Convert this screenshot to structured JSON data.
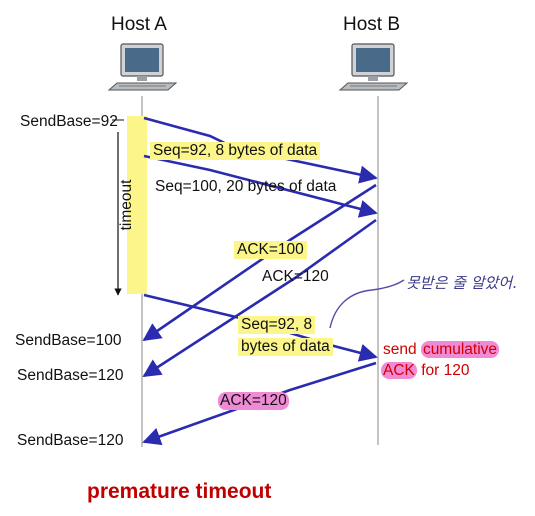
{
  "hosts": {
    "a": "Host A",
    "b": "Host B"
  },
  "left_labels": {
    "sendbase_92": "SendBase=92",
    "sendbase_100": "SendBase=100",
    "sendbase_120_1": "SendBase=120",
    "sendbase_120_2": "SendBase=120"
  },
  "timeout_label": "timeout",
  "messages": {
    "seq92": "Seq=92, 8 bytes of data",
    "seq100": "Seq=100, 20 bytes of data",
    "ack100": "ACK=100",
    "ack120": "ACK=120",
    "retx_line1": "Seq=92,  8",
    "retx_line2": "bytes of data",
    "ack120_final": "ACK=120"
  },
  "note": {
    "send": "send",
    "cumulative": "cumulative",
    "ack": "ACK",
    "for120": "for 120"
  },
  "handwritten": "못받은 줄 알았어.",
  "title": "premature timeout",
  "colors": {
    "arrow": "#2b2bb0",
    "timeline": "#8a8a8a",
    "highlight_yellow": "#fbf58a",
    "highlight_pink": "#f08ad6",
    "title": "#c00000",
    "note_red": "#d00000"
  }
}
